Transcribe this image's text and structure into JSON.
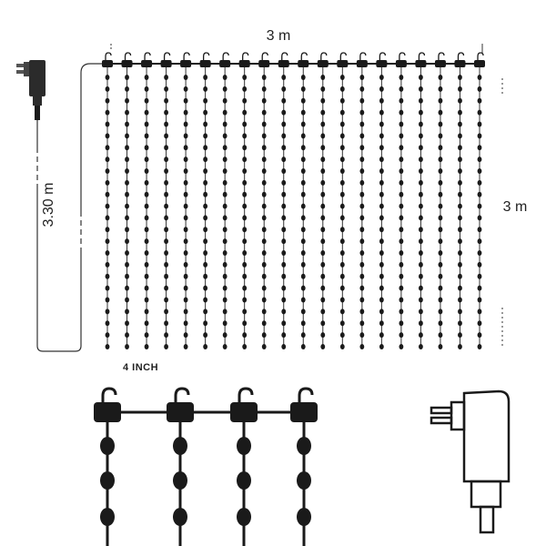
{
  "labels": {
    "width": "3 m",
    "height": "3 m",
    "cable": "3.30 m",
    "spacing": "4 INCH"
  },
  "curtain": {
    "strands": 20,
    "bulbs_per_strand": 24
  },
  "detail": {
    "strands": 4,
    "bulbs_per_strand": 3
  },
  "colors": {
    "ink": "#1a1a1a",
    "line": "#333333",
    "background": "#ffffff"
  },
  "icons": {
    "power_adapter": "power-adapter-icon",
    "hook": "hook-icon",
    "bulb": "bulb-icon"
  }
}
